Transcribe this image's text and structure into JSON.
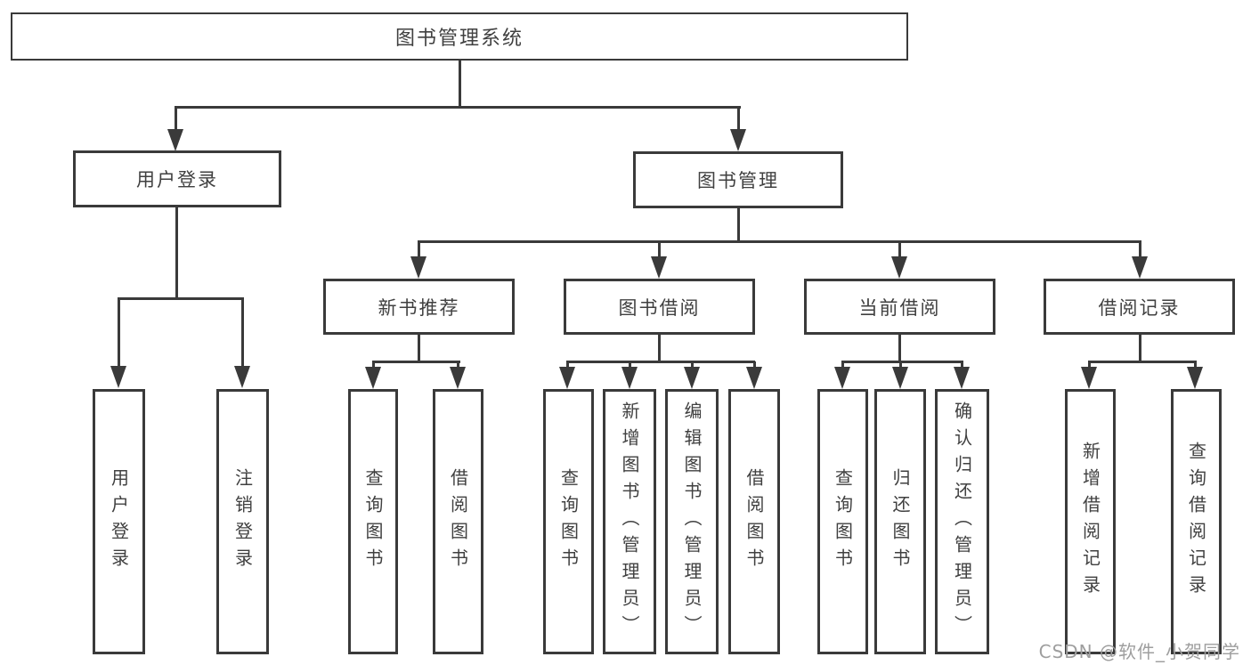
{
  "diagram": {
    "title_node": "图书管理系统",
    "root": {
      "label": "图书管理系统"
    },
    "branches": [
      {
        "label": "用户登录",
        "children": [
          {
            "label": "用户登录"
          },
          {
            "label": "注销登录"
          }
        ]
      },
      {
        "label": "图书管理",
        "children": [
          {
            "label": "新书推荐",
            "children": [
              {
                "label": "查询图书"
              },
              {
                "label": "借阅图书"
              }
            ]
          },
          {
            "label": "图书借阅",
            "children": [
              {
                "label": "查询图书"
              },
              {
                "label": "新增图书（管理员）"
              },
              {
                "label": "编辑图书（管理员）"
              },
              {
                "label": "借阅图书"
              }
            ]
          },
          {
            "label": "当前借阅",
            "children": [
              {
                "label": "查询图书"
              },
              {
                "label": "归还图书"
              },
              {
                "label": "确认归还（管理员）"
              }
            ]
          },
          {
            "label": "借阅记录",
            "children": [
              {
                "label": "新增借阅记录"
              },
              {
                "label": "查询借阅记录"
              }
            ]
          }
        ]
      }
    ]
  },
  "watermark": {
    "text": "CSDN @软件_小贺同学"
  },
  "colors": {
    "line": "#3a3a3a",
    "text": "#404040",
    "watermark": "#9e9e9e",
    "background": "#ffffff"
  }
}
